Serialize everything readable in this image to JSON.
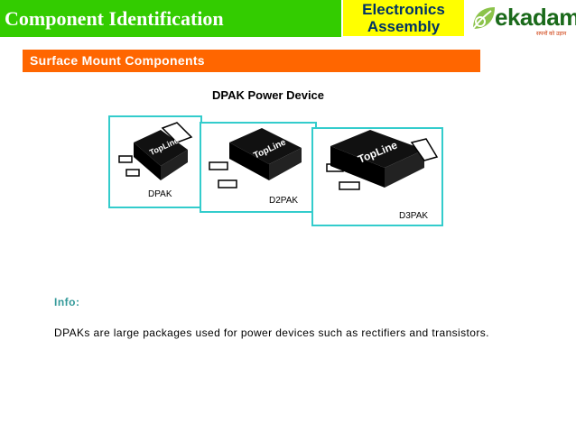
{
  "header": {
    "title": "Component Identification",
    "badge_line1": "Electronics",
    "badge_line2": "Assembly"
  },
  "logo": {
    "text": "ekadam",
    "tagline": "सपनों को उड़ान"
  },
  "section": {
    "title": "Surface Mount Components"
  },
  "figure": {
    "title": "DPAK Power Device",
    "packages": [
      {
        "label": "DPAK",
        "marking": "TopLine"
      },
      {
        "label": "D2PAK",
        "marking": "TopLine"
      },
      {
        "label": "D3PAK",
        "marking": "TopLine"
      }
    ]
  },
  "info": {
    "label": "Info:",
    "text": "DPAKs are large packages used for power devices such as rectifiers and transistors."
  },
  "colors": {
    "header_green": "#33cc00",
    "badge_yellow": "#ffff00",
    "section_orange": "#ff6600",
    "frame_teal": "#33cccc",
    "info_teal": "#339999"
  }
}
